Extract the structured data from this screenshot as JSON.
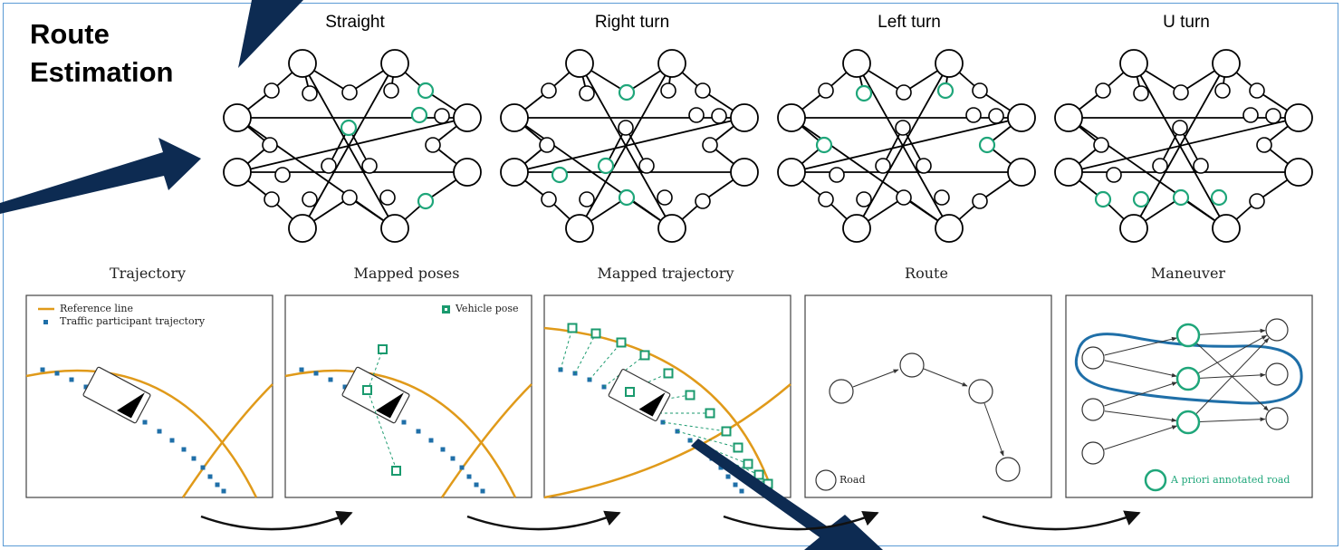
{
  "heading": {
    "line1": "Route",
    "line2": "Estimation"
  },
  "graphs": [
    {
      "title": "Straight",
      "highlighted": [
        2,
        7,
        10,
        15
      ]
    },
    {
      "title": "Right turn",
      "highlighted": [
        1,
        6,
        11,
        16
      ]
    },
    {
      "title": "Left turn",
      "highlighted": [
        3,
        4,
        8,
        9
      ]
    },
    {
      "title": "U turn",
      "highlighted": [
        5,
        6,
        13,
        14
      ]
    }
  ],
  "panels": [
    {
      "title": "Trajectory",
      "legend": [
        "Reference line",
        "Traffic participant trajectory"
      ]
    },
    {
      "title": "Mapped poses",
      "legend": [
        "Vehicle pose"
      ]
    },
    {
      "title": "Mapped trajectory"
    },
    {
      "title": "Route",
      "legend": [
        "Road"
      ]
    },
    {
      "title": "Maneuver",
      "legend": [
        "A priori annotated road"
      ]
    }
  ],
  "colors": {
    "reference_line": "#e09a1a",
    "trajectory": "#1f6fa8",
    "pose": "#1a9a6e",
    "annotated_road": "#1fa67a",
    "maneuver_outline": "#1f6fa8",
    "arrow": "#0d2b52",
    "frame": "#5b9bd5"
  }
}
